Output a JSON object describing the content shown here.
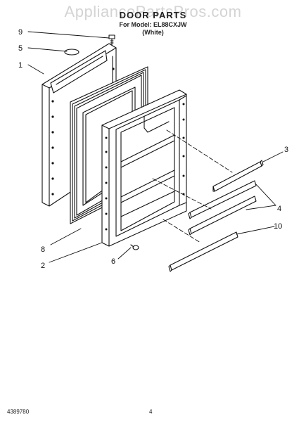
{
  "watermark": "AppliancePartsPros.com",
  "header": {
    "title": "DOOR PARTS",
    "model": "For Model: EL88CXJW",
    "color": "(White)"
  },
  "callouts": {
    "c9": "9",
    "c5": "5",
    "c1": "1",
    "c8": "8",
    "c2": "2",
    "c6": "6",
    "c3": "3",
    "c4": "4",
    "c10": "10"
  },
  "footer": {
    "doc_number": "4389780",
    "page": "4"
  }
}
